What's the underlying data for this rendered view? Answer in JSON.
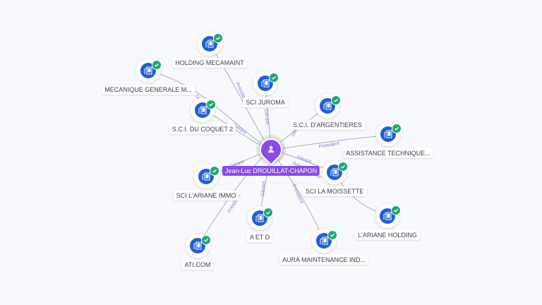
{
  "center": {
    "name": "Jean-Luc DROUILLAT-CHAPON",
    "icon": "person-icon",
    "color": "#8a4be8"
  },
  "colors": {
    "company": "#1f5fd6",
    "verified": "#1ea672",
    "edge": "#a9adb6",
    "edge_label": "#8b7fd8"
  },
  "nodes": [
    {
      "id": "holding-mecamaint",
      "label": "HOLDING MECAMAINT",
      "icon": "building-icon",
      "badge": "check-icon"
    },
    {
      "id": "mecanique-generale",
      "label": "MECANIQUE GENERALE M...",
      "icon": "building-icon",
      "badge": "check-icon"
    },
    {
      "id": "sci-juroma",
      "label": "SCI JUROMA",
      "icon": "building-icon",
      "badge": "check-icon"
    },
    {
      "id": "sci-du-coquet-2",
      "label": "S.C.I. DU COQUET 2",
      "icon": "building-icon",
      "badge": "check-icon"
    },
    {
      "id": "sci-dargentieres",
      "label": "S.C.I. D'ARGENTIERES",
      "icon": "building-icon",
      "badge": "check-icon"
    },
    {
      "id": "assistance-technique",
      "label": "ASSISTANCE TECHNIQUE...",
      "icon": "building-icon",
      "badge": "check-icon"
    },
    {
      "id": "sci-lariane-immo",
      "label": "SCI L'ARIANE IMMO",
      "icon": "building-icon",
      "badge": "check-icon"
    },
    {
      "id": "sci-la-moissette",
      "label": "SCI LA MOISSETTE",
      "icon": "building-icon",
      "badge": "check-icon"
    },
    {
      "id": "a-et-d",
      "label": "A ET D",
      "icon": "building-icon",
      "badge": "check-icon"
    },
    {
      "id": "lariane-holding",
      "label": "L'ARIANE HOLDING",
      "icon": "building-icon",
      "badge": "check-icon"
    },
    {
      "id": "ati-com",
      "label": "ATI.COM",
      "icon": "building-icon",
      "badge": "check-icon"
    },
    {
      "id": "aura-maintenance",
      "label": "AURA MAINTENANCE IND...",
      "icon": "building-icon",
      "badge": "check-icon"
    }
  ],
  "edge_labels": {
    "holding": "Président",
    "mecanique": "Directeur",
    "juroma": "Gérant",
    "coquet": "Gérant",
    "argentieres": "Gérant",
    "assistance": "Président",
    "lariane_immo": "Gérant",
    "moissette": "Gérant",
    "moissette_2": "Administrateur",
    "aetd": "Gérant",
    "aura": "Président",
    "ati": "Président"
  }
}
